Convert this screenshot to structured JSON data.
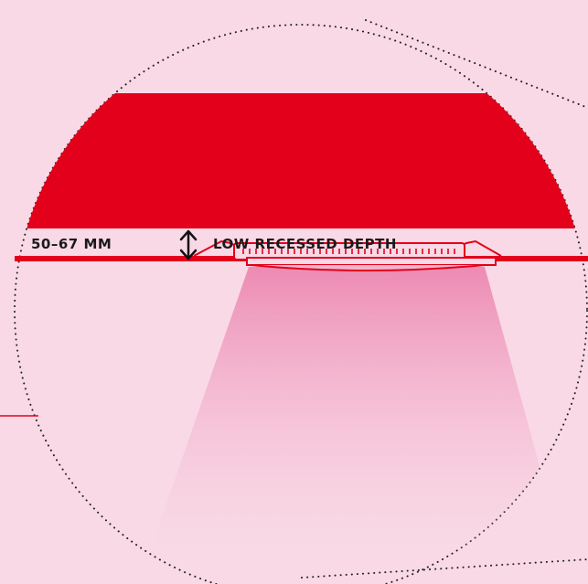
{
  "labels": {
    "depth_value": "50–67 MM",
    "depth_caption": "LOW RECESSED DEPTH"
  },
  "colors": {
    "background": "#f9d9e6",
    "accent": "#e3001b",
    "text": "#1a1a1a",
    "beam": "#e86ea0"
  },
  "icons": {
    "depth_arrow": "double-headed-vertical-arrow",
    "fixture": "recessed-light-fixture"
  }
}
